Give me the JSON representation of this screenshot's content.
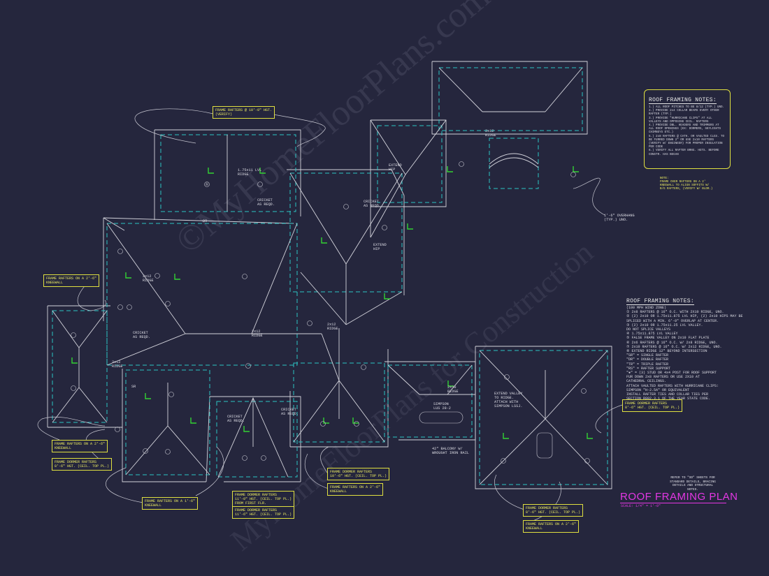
{
  "title": "ROOF FRAMING PLAN",
  "scale": "SCALE: 1/4\" = 1'-0\"",
  "watermark": "©MyHomeFloorPlans.com",
  "watermark2": "MyHomeFloorPlans for Construction",
  "framing_notes": {
    "title": "ROOF FRAMING NOTES:",
    "items": [
      "1.) ALL ROOF PITCHES TO BE 8/12 (TYP.) UNO.",
      "2.) PROVIDE 2x4 COLLAR BEAMS EVERY OTHER RAFTER (TYP.)",
      "3.) PROVIDE \"HURRICANE CLIPS\" AT ALL VALLEYS AND OPPOSING CEIL. RAFTERS",
      "4.) PROVIDE DBL. HEADERS AND TRIMMERS AT ALL ROOF OPENINGS (EX: DORMERS, SKYLIGHTS CHIMNEYS ETC.)",
      "5.) 2x8 RAFTERS @ CATH. OR VAULTED CLGS. TO BE FURRED DOWN 2\" OR USE 2x10 RAFTERS (VERIFY W/ ENGINEER) FOR PROPER INSULATION PER CODE",
      "6.) VERIFY ALL RAFTER BRNG. HGTS. BEFORE CONSTR. HAS BEGAN"
    ]
  },
  "side_note": "NOTE:\nFRAME OVER RAFTERS ON A 2'\nKNEEWALL TO ALIGN SOFFITS W/\nB/G RAFTERS, (VERIFY W/ BLDR.)",
  "overhang_label": "1'-6\" OVERHANG\n(TYP.) UNO.",
  "zone_notes": {
    "title": "ROOF FRAMING NOTES:",
    "items": [
      "(100 MPH WIND ZONE)",
      "① 2x8 RAFTERS @ 16\" O.C. WITH 2X10 RIDGE, UNO.",
      "② (2) 2x10 OR 1.75x11.875 LVL HIP, (2) 2x10 HIPS MAY BE",
      "   SPLICED WITH A MIN. 6'-0\" OVERLAP AT CENTER.",
      "③ (2) 2x10 OR 1.75x11.25 LVL VALLEY.",
      "   DO NOT SPLICE VALLEYS",
      "④ 1.75x11.875 LVL VALLEY",
      "⑤ FALSE FRAME VALLEY ON 2x10 FLAT PLATE",
      "⑥ 2x6 RAFTERS @ 16\" O.C. W/ 2x8 RIDGE, UNO.",
      "⑦ 2x10 RAFTERS @ 16\" O.C. W/ 2x12 RIDGE, UNO.",
      "⑧ EXTEND RIDGE 12\" BEYOND INTERSECTION",
      "\"SR\" = SINGLE RAFTER",
      "\"DR\" = DOUBLE RAFTER",
      "\"TR\" = TRIPLE RAFTER",
      "\"RS\" = RAFTER SUPPORT",
      "\"●\" = (3) STUD OR 4x4 POST FOR ROOF SUPPORT",
      "FUR DOWN 2x8 RAFTERS OR USE 2X10 AT",
      "CATHEDRAL CEILINGS.",
      "ATTACH VAULTED RAFTERS WITH HURRICANE CLIPS:",
      "SIMPSON \"H-2.5A\" OR EQUIVALENT",
      "INSTALL RAFTER TIES AND COLLAR TIES PER",
      "SECTION R802.3.1 OF THE YEAR STATE CODE."
    ]
  },
  "refer_note": "REFER TO \"SD\" SHEETS FOR\nSTANDARD DETAILS, BRACING\nDETAILS AND STRUCTURAL NOTES.",
  "callouts": [
    "FRAME RAFTERS @ 10'-0\" HGT.\n(VERIFY)",
    "FRAME RAFTERS ON A 2'-6\"\nKNEEWALL",
    "FRAME RAFTERS ON A 2'-6\"\nKNEEWALL",
    "FRAME DORMER RAFTERS\n8'-6\" HGT. (CEIL. TOP PL.)",
    "FRAME RAFTERS ON A 1'-6\"\nKNEEWALL",
    "FRAME DORMER RAFTERS\n11'-0\" HGT. (CEIL. TOP PL.)\nFROM FIRST FLR.",
    "FRAME DORMER RAFTERS\n11'-6\" HGT. (CEIL. TOP PL.)",
    "FRAME DORMER RAFTERS\n10'-6\" HGT. (CEIL. TOP PL.)",
    "FRAME RAFTERS ON A 2'-6\"\nKNEEWALL",
    "FRAME DORMER RAFTERS\n8'-6\" HGT. (CEIL. TOP PL.)",
    "FRAME DORMER RAFTERS\n8'-6\" HGT. (CEIL. TOP PL.)",
    "FRAME RAFTERS ON A 2'-6\"\nKNEEWALL"
  ],
  "plan_labels": {
    "ridge_2x12_a": "2x12\nRIDGE",
    "ridge_2x12_b": "2x12\nRIDGE",
    "ridge_2x12_c": "2x12\nRIDGE",
    "ridge_2x12_d": "2x12\nRIDGE",
    "ridge_2x10": "2x10\nRIDGE",
    "ridge_2x12_top": "2x12\nRIDGE",
    "cricket_a": "CRICKET\nAS REQD.",
    "cricket_b": "CRICKET\nAS REQD.",
    "cricket_c": "CRICKET\nAS REQD.",
    "cricket_d": "CRICKET\nAS REQD.",
    "cricket_e": "CRICKET\nAS REQD.",
    "extend_hip_a": "EXTEND\nHIP",
    "extend_hip_b": "EXTEND\nHIP",
    "extend_valley": "EXTEND VALLEY\nTO RIDGE.\nATTACH WITH\nSIMPSON LSSJ.",
    "simpson": "SIMPSON\nLUS 28-2",
    "balcony": "42\" BALCONY W/\nWROUGHT IRON RAIL",
    "lvl_a": "1.75x11 LVL\nRIDGE",
    "dr": "DR",
    "sr": "SR"
  }
}
